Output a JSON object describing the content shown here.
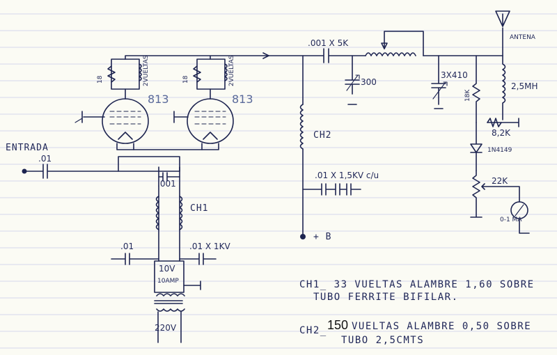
{
  "labels": {
    "entrada": "ENTRADA",
    "c_in": ".01",
    "r_left": "18",
    "coil_left": "2VUELTAS",
    "r_right": "18",
    "coil_right": "2VUELTAS",
    "tube_left": "813",
    "tube_right": "813",
    "c_ch1": ".001",
    "ch1": "CH1",
    "c_bottom_left": ".01",
    "c_bottom_right": ".01 X 1KV",
    "v10": "10V",
    "amp10": "10AMP",
    "v220": "220V",
    "c_coupling": ".001 X 5K",
    "c_300": "300",
    "c_3x410": "3X410",
    "ch2": "CH2",
    "c_bypass": ".01 X 1,5KV c/u",
    "plus_b": "+ B",
    "antenna": "ANTENA",
    "r_18k": "18K",
    "coil_25mh": "2,5MH",
    "r_82k": "8,2K",
    "diode": "1N4149",
    "pot_22k": "22K",
    "meter": "0-1 MA"
  },
  "notes": {
    "ch1_line1": "CH1_ 33 VUELTAS ALAMBRE 1,60 SOBRE",
    "ch1_line2": "TUBO FERRITE BIFILAR.",
    "ch2_prefix": "CH2_",
    "ch2_turns": "150",
    "ch2_line1_rest": "VUELTAS ALAMBRE 0,50 SOBRE",
    "ch2_line2": "TUBO 2,5CMTS"
  }
}
